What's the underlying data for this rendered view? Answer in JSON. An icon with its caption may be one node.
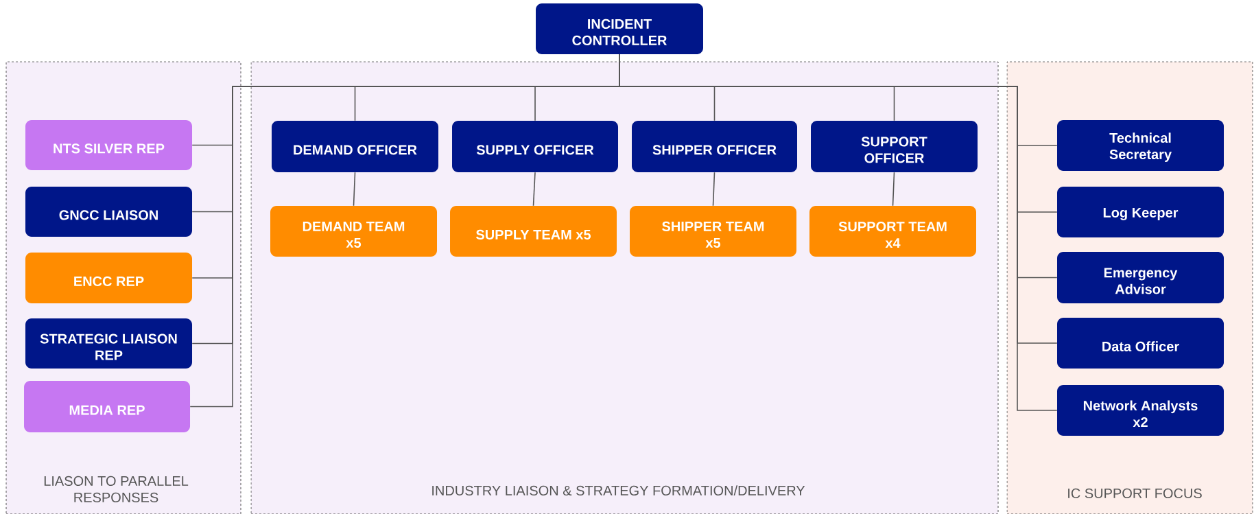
{
  "diagram": {
    "nodes": [
      {
        "text": [
          "INCIDENT CONTROLLER"
        ]
      },
      {
        "text": [
          "LIASON TO PARALLEL RESPONSES"
        ]
      },
      {
        "text": [
          "NTS SILVER REP"
        ],
        "in": 1
      },
      {
        "text": [
          "GNCC LIAISON"
        ],
        "in": 1
      },
      {
        "text": [
          "ENCC REP"
        ],
        "in": 1
      },
      {
        "text": [
          "STRATEGIC LIAISON REP"
        ],
        "in": 1
      },
      {
        "text": [
          "MEDIA REP"
        ],
        "in": 1
      },
      {
        "text": [
          "INDUSTRY LIAISON & STRATEGY FORMATION/DELIVERY"
        ]
      },
      {
        "text": [
          "DEMAND OFFICER"
        ],
        "in": 7
      },
      {
        "text": [
          "SUPPLY OFFICER"
        ],
        "in": 7
      },
      {
        "text": [
          "SHIPPER OFFICER"
        ],
        "in": 7
      },
      {
        "text": [
          "SUPPORT OFFICER"
        ],
        "in": 7
      },
      {
        "text": [
          "DEMAND TEAM x5"
        ],
        "in": 7
      },
      {
        "text": [
          "SUPPLY TEAM x5"
        ],
        "in": 7
      },
      {
        "text": [
          "SHIPPER TEAM x5"
        ],
        "in": 7
      },
      {
        "text": [
          "SUPPORT TEAM x4"
        ],
        "in": 7
      },
      {
        "text": [
          "IC SUPPORT FOCUS"
        ]
      },
      {
        "text": [
          "Technical Secretary"
        ],
        "in": 16
      },
      {
        "text": [
          "Log Keeper"
        ],
        "in": 16
      },
      {
        "text": [
          "Emergency Advisor"
        ],
        "in": 16
      },
      {
        "text": [
          "Data Officer"
        ],
        "in": 16
      },
      {
        "text": [
          "Network Analysts x2"
        ],
        "in": 16
      }
    ],
    "edges": [
      {
        "from": 0,
        "to": 2,
        "arrow": "none"
      },
      {
        "from": 0,
        "to": 3,
        "arrow": "none"
      },
      {
        "from": 0,
        "to": 4,
        "arrow": "none"
      },
      {
        "from": 0,
        "to": 5,
        "arrow": "none"
      },
      {
        "from": 0,
        "to": 6,
        "arrow": "none"
      },
      {
        "from": 0,
        "to": 8,
        "arrow": "none"
      },
      {
        "from": 0,
        "to": 9,
        "arrow": "none"
      },
      {
        "from": 0,
        "to": 10,
        "arrow": "none"
      },
      {
        "from": 0,
        "to": 11,
        "arrow": "none"
      },
      {
        "from": 8,
        "to": 12,
        "arrow": "none"
      },
      {
        "from": 9,
        "to": 13,
        "arrow": "none"
      },
      {
        "from": 10,
        "to": 14,
        "arrow": "none"
      },
      {
        "from": 11,
        "to": 15,
        "arrow": "none"
      },
      {
        "from": 0,
        "to": 17,
        "arrow": "none"
      },
      {
        "from": 0,
        "to": 18,
        "arrow": "none"
      },
      {
        "from": 0,
        "to": 19,
        "arrow": "none"
      },
      {
        "from": 0,
        "to": 20,
        "arrow": "none"
      },
      {
        "from": 0,
        "to": 21,
        "arrow": "none"
      }
    ]
  }
}
